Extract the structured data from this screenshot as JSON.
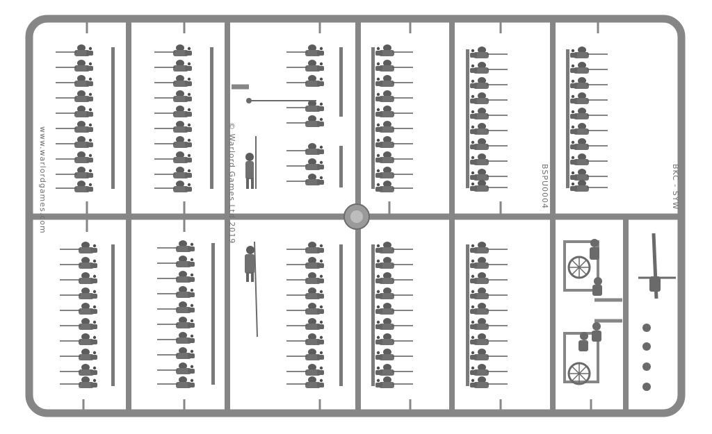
{
  "photo": {
    "subject": "plastic-miniature-sprue",
    "colors": {
      "background": "#ffffff",
      "plastic": "#868686",
      "plastic_dark": "#5c5c5c",
      "plastic_light": "#a3a3a3"
    }
  },
  "sprue": {
    "molded_text": {
      "website": "www.warlordgames.com",
      "year": "© Warlord Games Ltd 2019",
      "code": "BSPU0004",
      "code_right": "BKC - SYW"
    }
  }
}
